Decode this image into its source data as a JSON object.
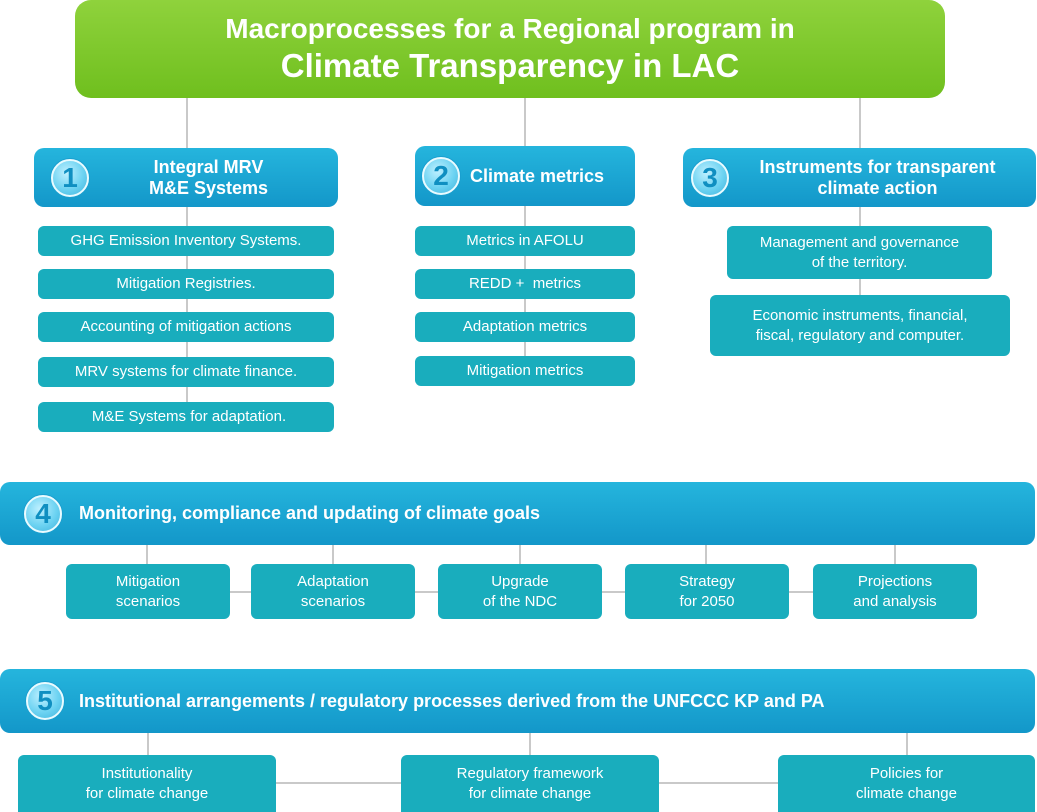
{
  "title": {
    "line1": "Macroprocesses for a Regional program in",
    "line2": "Climate Transparency in LAC"
  },
  "sections": [
    {
      "number": "1",
      "heading_line1": "Integral MRV",
      "heading_line2": "M&E Systems",
      "items": [
        "GHG Emission Inventory Systems.",
        "Mitigation Registries.",
        "Accounting of mitigation actions",
        "MRV systems for climate finance.",
        "M&E Systems for adaptation."
      ]
    },
    {
      "number": "2",
      "heading_line1": "Climate metrics",
      "items": [
        "Metrics in AFOLU",
        "REDD +  metrics",
        "Adaptation metrics",
        "Mitigation metrics"
      ]
    },
    {
      "number": "3",
      "heading_line1": "Instruments for transparent",
      "heading_line2": "climate action",
      "items": [
        {
          "line1": "Management and governance",
          "line2": "of the territory."
        },
        {
          "line1": "Economic instruments, financial,",
          "line2": "fiscal, regulatory and computer."
        }
      ]
    },
    {
      "number": "4",
      "heading_line1": "Monitoring, compliance and updating of climate goals",
      "items": [
        {
          "line1": "Mitigation",
          "line2": "scenarios"
        },
        {
          "line1": "Adaptation",
          "line2": "scenarios"
        },
        {
          "line1": "Upgrade",
          "line2": "of the NDC"
        },
        {
          "line1": "Strategy",
          "line2": "for 2050"
        },
        {
          "line1": "Projections",
          "line2": "and analysis"
        }
      ]
    },
    {
      "number": "5",
      "heading_line1": "Institutional arrangements / regulatory processes derived from the UNFCCC KP and PA",
      "items": [
        {
          "line1": "Institutionality",
          "line2": "for climate change"
        },
        {
          "line1": "Regulatory framework",
          "line2": "for climate change"
        },
        {
          "line1": "Policies for",
          "line2": "climate change"
        }
      ]
    }
  ]
}
